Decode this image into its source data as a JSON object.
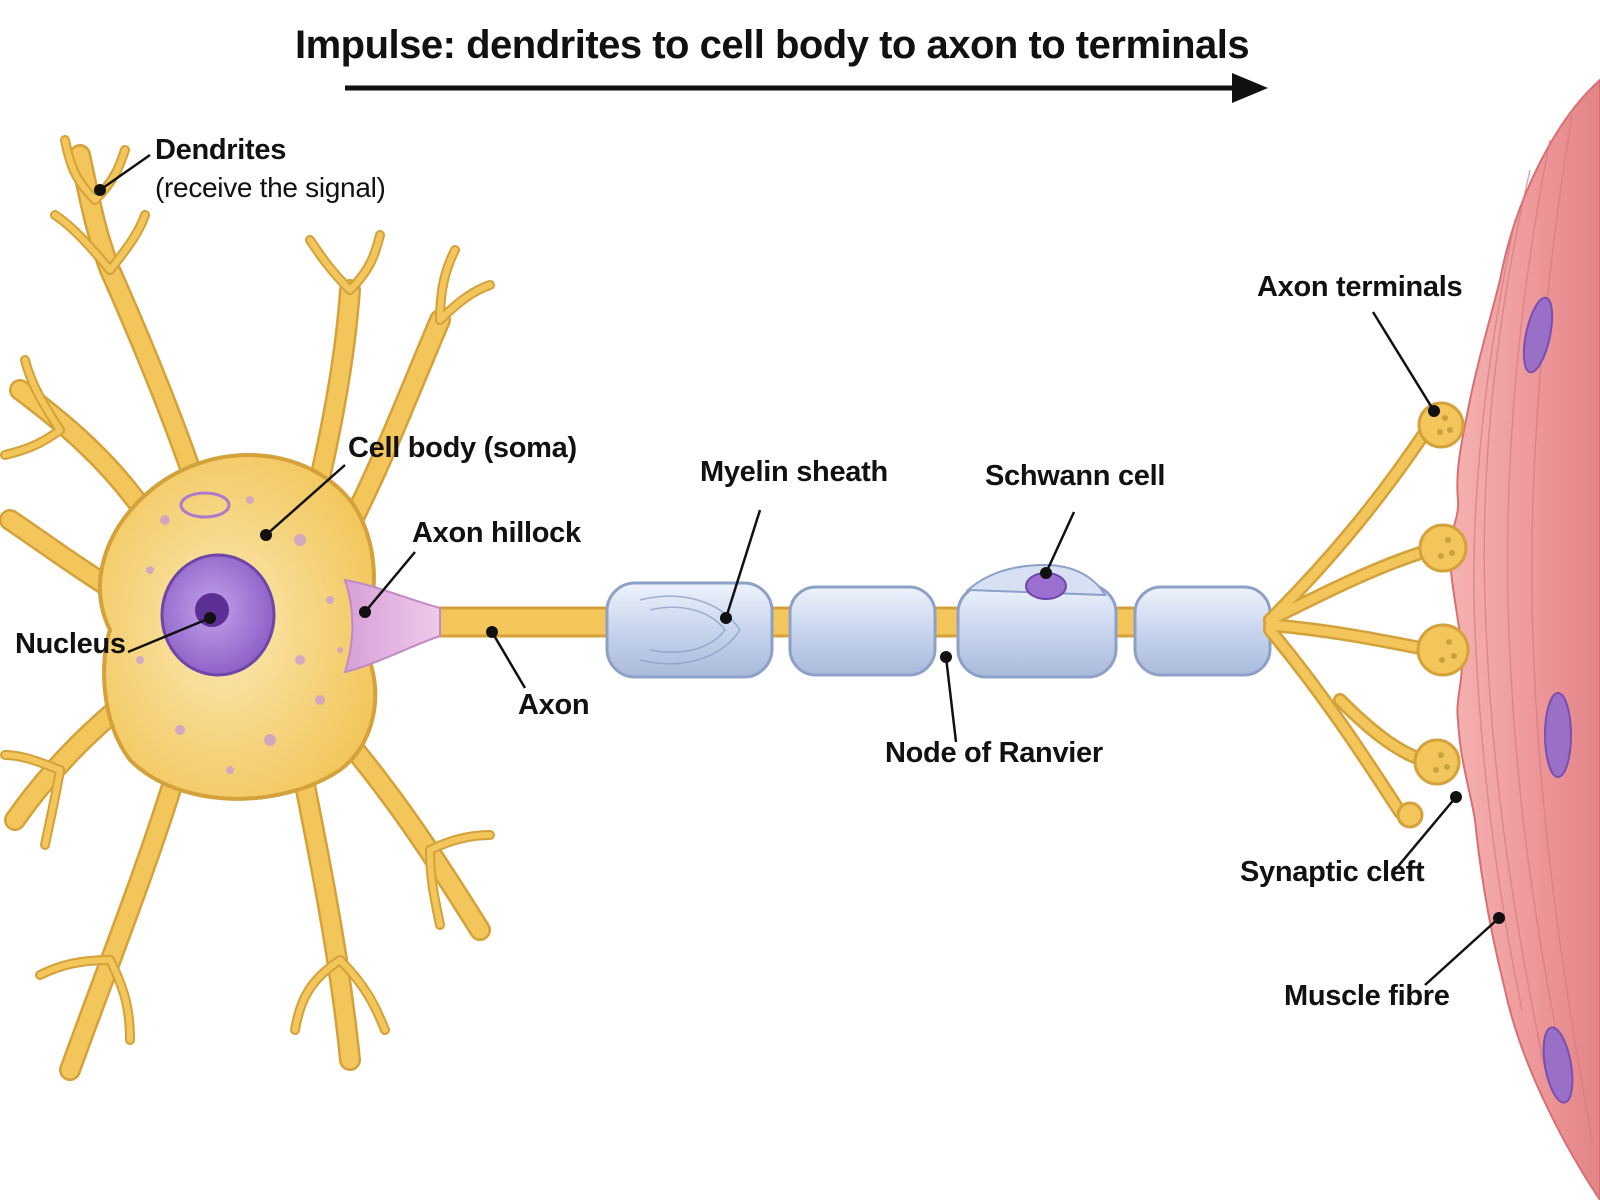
{
  "title": "Impulse: dendrites to cell body to axon to terminals",
  "labels": {
    "dendrites": "Dendrites",
    "dendrites_note": "(receive the signal)",
    "cell_body": "Cell body (soma)",
    "axon_hillock": "Axon hillock",
    "nucleus": "Nucleus",
    "axon": "Axon",
    "myelin_sheath": "Myelin sheath",
    "schwann_cell": "Schwann cell",
    "node_of_ranvier": "Node of Ranvier",
    "axon_terminals": "Axon terminals",
    "synaptic_cleft": "Synaptic cleft",
    "muscle_fibre": "Muscle fibre"
  },
  "colors": {
    "neuron": "#f2c75c",
    "neuron_outline": "#d4a13a",
    "nucleus": "#9a6fd0",
    "hillock": "#d9a6d9",
    "myelin": "#c9d6ee",
    "muscle": "#ee9a9c",
    "muscle_nucleus": "#9a6fc8",
    "leader_line": "#111111"
  }
}
